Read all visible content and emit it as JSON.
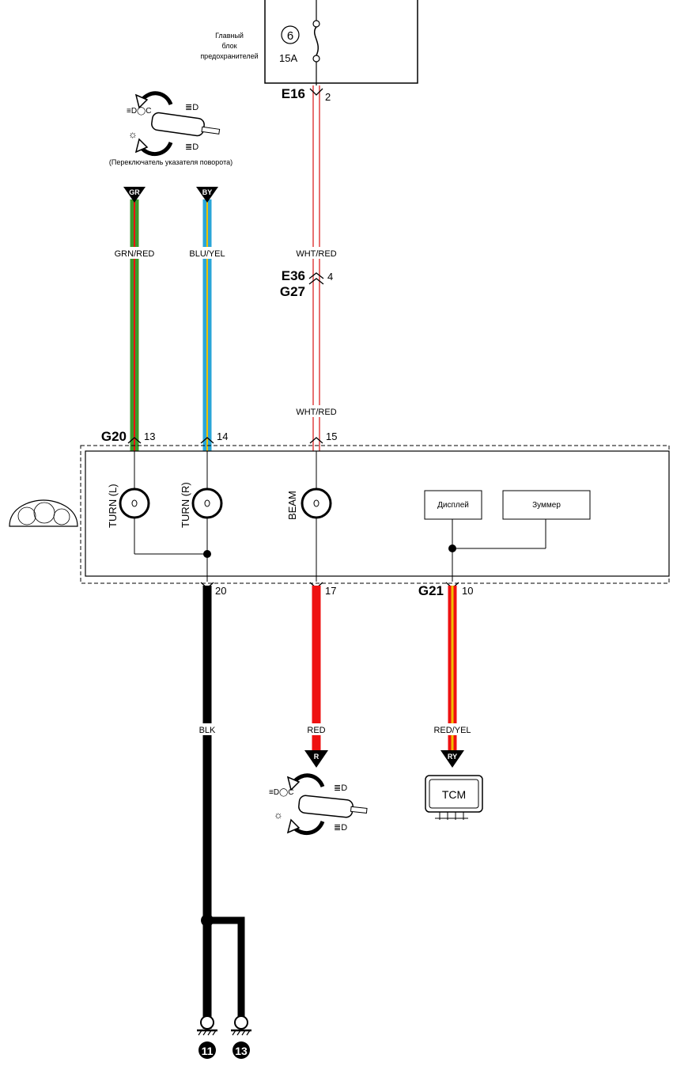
{
  "fuse_block": {
    "label_line1": "Главный",
    "label_line2": "блок",
    "label_line3": "предохранителей",
    "fuse_number": "6",
    "fuse_rating": "15A"
  },
  "connectors": {
    "e16": "E16",
    "e16_pin": "2",
    "e36": "E36",
    "g27": "G27",
    "e36_pin": "4",
    "g20": "G20",
    "g20_pin_turn_l": "13",
    "g20_pin_turn_r": "14",
    "g20_pin_beam": "15",
    "g21": "G21",
    "g21_pin": "10",
    "pin_ground": "20",
    "pin_beam_out": "17"
  },
  "switch_caption": "(Переключатель указателя поворота)",
  "tags": {
    "gr": "GR",
    "by": "BY",
    "r": "R",
    "ry": "RY"
  },
  "wires": {
    "grn_red": "GRN/RED",
    "blu_yel": "BLU/YEL",
    "wht_red_upper": "WHT/RED",
    "wht_red_lower": "WHT/RED",
    "blk": "BLK",
    "red": "RED",
    "red_yel": "RED/YEL"
  },
  "cluster": {
    "turn_l": "TURN (L)",
    "turn_r": "TURN (R)",
    "beam": "BEAM",
    "display": "Дисплей",
    "buzzer": "Зуммер"
  },
  "tcm": "TCM",
  "grounds": {
    "g11": "11",
    "g13": "13"
  },
  "colors": {
    "green": "#3a9a2a",
    "blue": "#2aa6d8",
    "red": "#ee1111",
    "pink": "#e04040",
    "yellow": "#f0c000",
    "black": "#000000"
  }
}
